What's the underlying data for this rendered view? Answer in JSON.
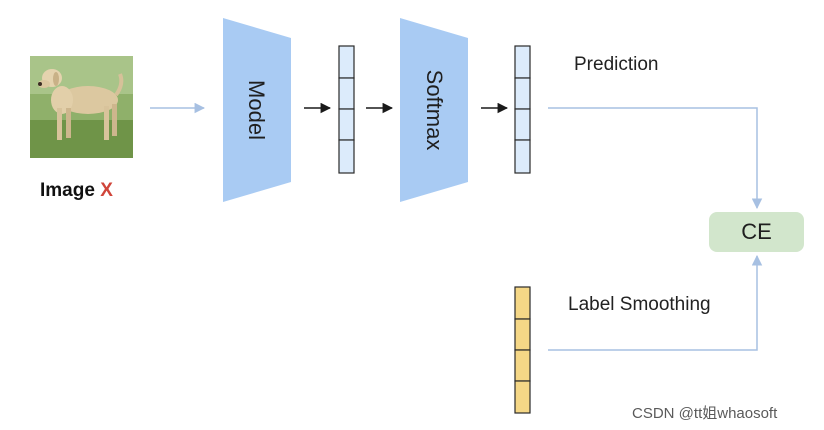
{
  "input": {
    "title": "Image ",
    "variable": "X",
    "icon": "dog-photo"
  },
  "blocks": {
    "model": "Model",
    "softmax": "Softmax",
    "loss": "CE"
  },
  "labels": {
    "prediction": "Prediction",
    "label_smoothing": "Label Smoothing"
  },
  "watermark": "CSDN @tt姐whaosoft",
  "colors": {
    "block_blue": "#a9cbf3",
    "vector_blue": "#dcebfb",
    "vector_yellow": "#f5d786",
    "ce_green": "#d2e6cc",
    "connector": "#a7c0e2",
    "accent_red": "#d0453a"
  }
}
